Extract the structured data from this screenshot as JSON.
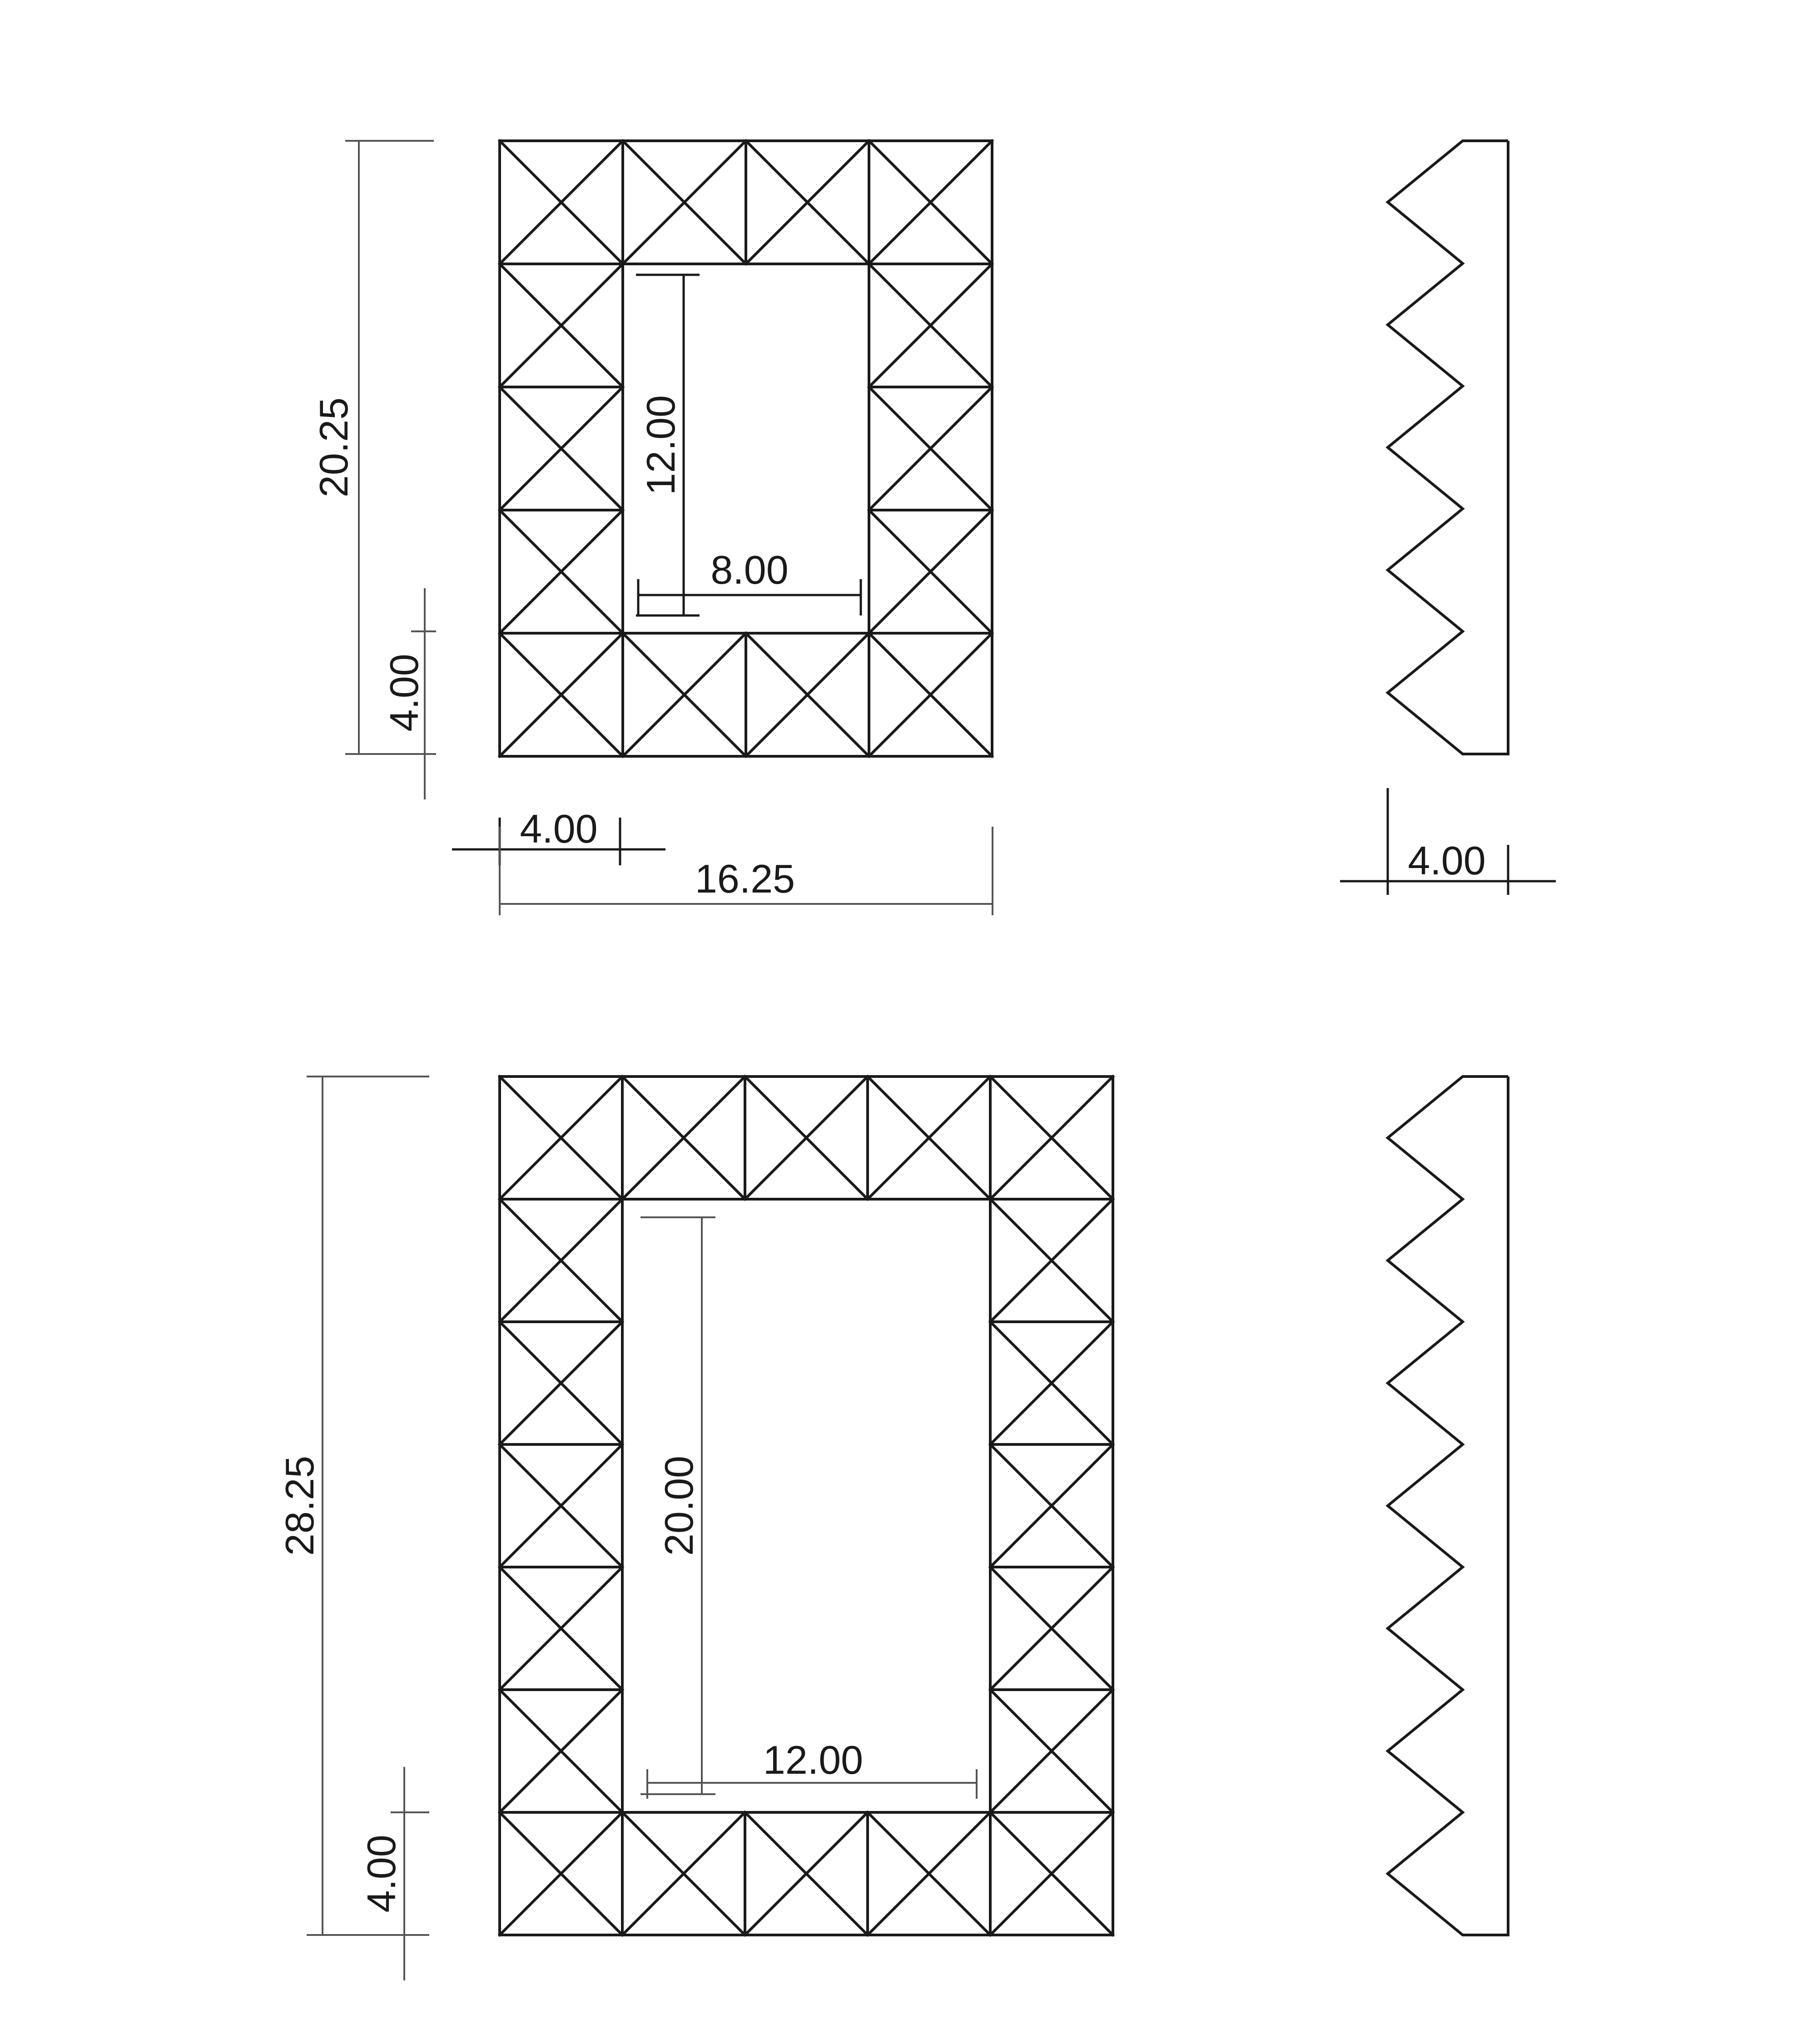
{
  "colors": {
    "line": "#1a1a1a",
    "dimension_line": "#555555",
    "background": "#ffffff"
  },
  "small_frame": {
    "outer_height_label": "20.25",
    "outer_width_label": "16.25",
    "tile_label_vertical": "4.00",
    "tile_label_horizontal": "4.00",
    "opening_height_label": "12.00",
    "opening_width_label": "8.00",
    "profile_depth_label": "4.00"
  },
  "large_frame": {
    "outer_height_label": "28.25",
    "tile_label_vertical": "4.00",
    "opening_height_label": "20.00",
    "opening_width_label": "12.00"
  }
}
